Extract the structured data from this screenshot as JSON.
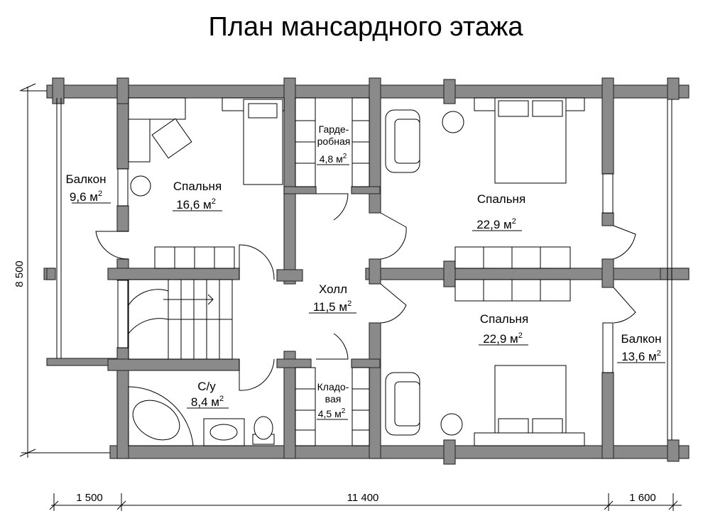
{
  "title": "План мансардного этажа",
  "rooms": [
    {
      "id": "balcony-left",
      "name": "Балкон",
      "area": "9,6 м",
      "sup": "2"
    },
    {
      "id": "bedroom-small",
      "name": "Спальня",
      "area": "16,6 м",
      "sup": "2"
    },
    {
      "id": "wardrobe",
      "name_line1": "Гарде-",
      "name_line2": "робная",
      "area": "4,8 м",
      "sup": "2"
    },
    {
      "id": "bedroom-top-right",
      "name": "Спальня",
      "area": "22,9 м",
      "sup": "2"
    },
    {
      "id": "hall",
      "name": "Холл",
      "area": "11,5 м",
      "sup": "2"
    },
    {
      "id": "bedroom-bottom-right",
      "name": "Спальня",
      "area": "22,9 м",
      "sup": "2"
    },
    {
      "id": "balcony-right",
      "name": "Балкон",
      "area": "13,6 м",
      "sup": "2"
    },
    {
      "id": "bathroom",
      "name": "С/у",
      "area": "8,4 м",
      "sup": "2"
    },
    {
      "id": "storage",
      "name_line1": "Кладо-",
      "name_line2": "вая",
      "area": "4,5 м",
      "sup": "2"
    }
  ],
  "dimensions": {
    "height": "8 500",
    "left": "1 500",
    "middle": "11 400",
    "right": "1 600"
  }
}
